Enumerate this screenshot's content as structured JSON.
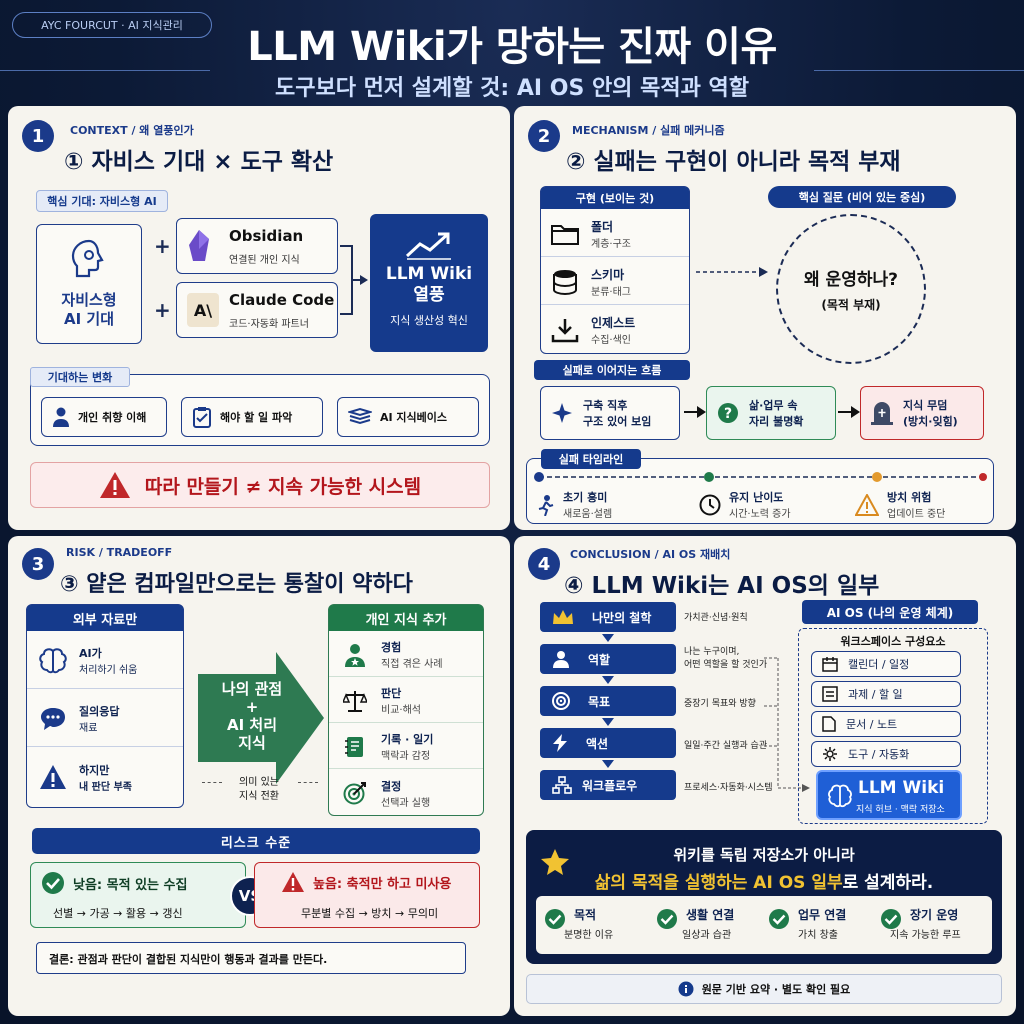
{
  "header": {
    "tag": "AYC FOURCUT · AI 지식관리",
    "title": "LLM Wiki가 망하는 진짜 이유",
    "subtitle": "도구보다 먼저 설계할 것: AI OS 안의 목적과 역할"
  },
  "panel1": {
    "num": "1",
    "kicker": "CONTEXT /  왜 열풍인가",
    "title": "① 자비스 기대 × 도구 확산",
    "core_label": "핵심 기대: 자비스형 AI",
    "jarvis": "자비스형\nAI 기대",
    "obsidian_title": "Obsidian",
    "obsidian_sub": "연결된 개인 지식",
    "claude_title": "Claude Code",
    "claude_sub": "코드·자동화 파트너",
    "plus": "+",
    "result_title": "LLM Wiki\n열풍",
    "result_sub": "지식 생산성 혁신",
    "change_label": "기대하는 변화",
    "changes": [
      "개인 취향 이해",
      "해야 할 일 파악",
      "AI 지식베이스"
    ],
    "warning": "따라 만들기 ≠ 지속 가능한 시스템"
  },
  "panel2": {
    "num": "2",
    "kicker": "MECHANISM / 실패 메커니즘",
    "title": "② 실패는 구현이 아니라 목적 부재",
    "impl_label": "구현 (보이는 것)",
    "impl_items": [
      {
        "title": "폴더",
        "sub": "계층·구조"
      },
      {
        "title": "스키마",
        "sub": "분류·태그"
      },
      {
        "title": "인제스트",
        "sub": "수집·색인"
      }
    ],
    "question_label": "핵심 질문 (비어 있는 중심)",
    "question": "왜 운영하나?",
    "question_sub": "(목적 부재)",
    "flow_label": "실패로 이어지는 흐름",
    "flow": [
      {
        "l1": "구축 직후",
        "l2": "구조 있어 보임"
      },
      {
        "l1": "삶·업무 속",
        "l2": "자리 불명확"
      },
      {
        "l1": "지식 무덤",
        "l2": "(방치·잊힘)"
      }
    ],
    "timeline_label": "실패 타임라인",
    "timeline": [
      {
        "title": "초기 흥미",
        "sub": "새로움·설렘"
      },
      {
        "title": "유지 난이도",
        "sub": "시간·노력 증가"
      },
      {
        "title": "방치 위험",
        "sub": "업데이트 중단"
      }
    ]
  },
  "panel3": {
    "num": "3",
    "kicker": "RISK / TRADEOFF",
    "title": "③ 얕은 컴파일만으로는 통찰이 약하다",
    "left_header": "외부 자료만",
    "left_items": [
      {
        "l1": "AI가",
        "l2": "처리하기 쉬움"
      },
      {
        "l1": "질의응답",
        "l2": "재료"
      },
      {
        "l1": "하지만",
        "l2": "내 판단 부족"
      }
    ],
    "arrow_text": "나의 관점\n+\nAI 처리\n지식",
    "meaning": "의미 있는\n지식 전환",
    "right_header": "개인 지식 추가",
    "right_items": [
      {
        "title": "경험",
        "sub": "직접 겪은 사례"
      },
      {
        "title": "판단",
        "sub": "비교·해석"
      },
      {
        "title": "기록 · 일기",
        "sub": "맥락과 감정"
      },
      {
        "title": "결정",
        "sub": "선택과 실행"
      }
    ],
    "risk_header": "리스크 수준",
    "low_title": "낮음: 목적 있는 수집",
    "low_flow": "선별 → 가공 → 활용 → 갱신",
    "vs": "VS",
    "high_title": "높음: 축적만 하고 미사용",
    "high_flow": "무분별 수집 → 방치 → 무의미",
    "conclusion": "결론: 관점과 판단이 결합된 지식만이 행동과 결과를 만든다."
  },
  "panel4": {
    "num": "4",
    "kicker": "CONCLUSION / AI OS 재배치",
    "title": "④ LLM Wiki는 AI OS의 일부",
    "stack": [
      {
        "label": "나만의 철학",
        "note": "가치관·신념·원칙"
      },
      {
        "label": "역할",
        "note": "나는 누구이며,\n어떤 역할을 할 것인가"
      },
      {
        "label": "목표",
        "note": "중장기 목표와 방향"
      },
      {
        "label": "액션",
        "note": "일일·주간 실행과 습관"
      },
      {
        "label": "워크플로우",
        "note": "프로세스·자동화·시스템"
      }
    ],
    "os_header": "AI OS (나의 운영 체계)",
    "workspace_label": "워크스페이스 구성요소",
    "workspace": [
      "캘린더 / 일정",
      "과제 / 할 일",
      "문서 / 노트",
      "도구 / 자동화"
    ],
    "wiki_title": "LLM Wiki",
    "wiki_sub": "지식 허브 · 맥락 저장소",
    "cta_l1": "위키를 독립 저장소가 아니라",
    "cta_l2a": "삶의 목적을 실행하는 AI OS 일부",
    "cta_l2b": "로 설계하라.",
    "checks": [
      {
        "title": "목적",
        "sub": "분명한 이유"
      },
      {
        "title": "생활 연결",
        "sub": "일상과 습관"
      },
      {
        "title": "업무 연결",
        "sub": "가치 창출"
      },
      {
        "title": "장기 운영",
        "sub": "지속 가능한 루프"
      }
    ],
    "footnote": "원문 기반 요약 · 별도 확인 필요"
  },
  "colors": {
    "navy": "#153a8c",
    "green": "#1f7a4a",
    "red": "#c0282a",
    "gold": "#f1c232"
  }
}
